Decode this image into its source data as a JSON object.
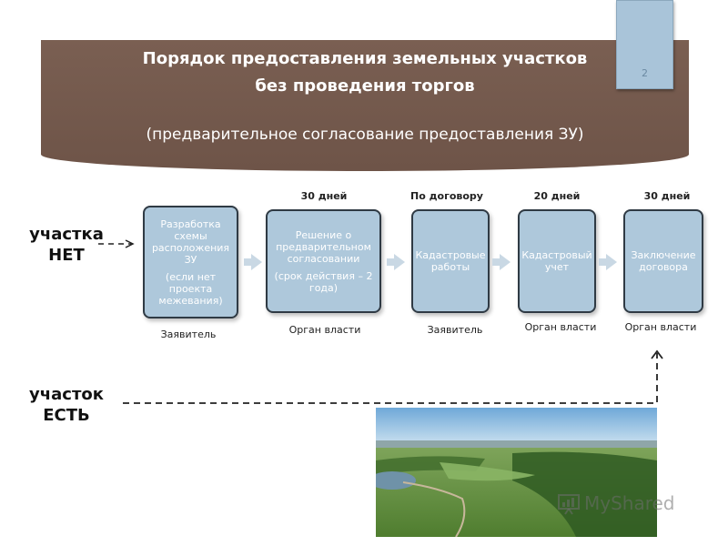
{
  "header": {
    "title_line1": "Порядок предоставления земельных участков",
    "title_line2": "без проведения торгов",
    "subtitle": "(предварительное согласование предоставления ЗУ)",
    "page_number": "2"
  },
  "rows": {
    "no_plot": {
      "line1": "участка",
      "line2": "НЕТ"
    },
    "has_plot": {
      "line1": "участок",
      "line2": "ЕСТЬ"
    }
  },
  "steps": [
    {
      "text": "Разработка схемы расположения ЗУ",
      "note": "(если нет проекта межевания)",
      "duration": "",
      "actor": "Заявитель"
    },
    {
      "text": "Решение о предварительном согласовании",
      "note": "(срок действия – 2 года)",
      "duration": "30 дней",
      "actor": "Орган власти"
    },
    {
      "text": "Кадастровые работы",
      "note": "",
      "duration": "По договору",
      "actor": "Заявитель"
    },
    {
      "text": "Кадастровый учет",
      "note": "",
      "duration": "20 дней",
      "actor": "Орган власти"
    },
    {
      "text": "Заключение договора",
      "note": "",
      "duration": "30 дней",
      "actor": "Орган власти"
    }
  ],
  "watermark": "MyShared",
  "colors": {
    "banner": "#7a5f52",
    "step_fill": "#aec8db",
    "step_border": "#2f3a44",
    "arrow": "#c9d8e4"
  }
}
